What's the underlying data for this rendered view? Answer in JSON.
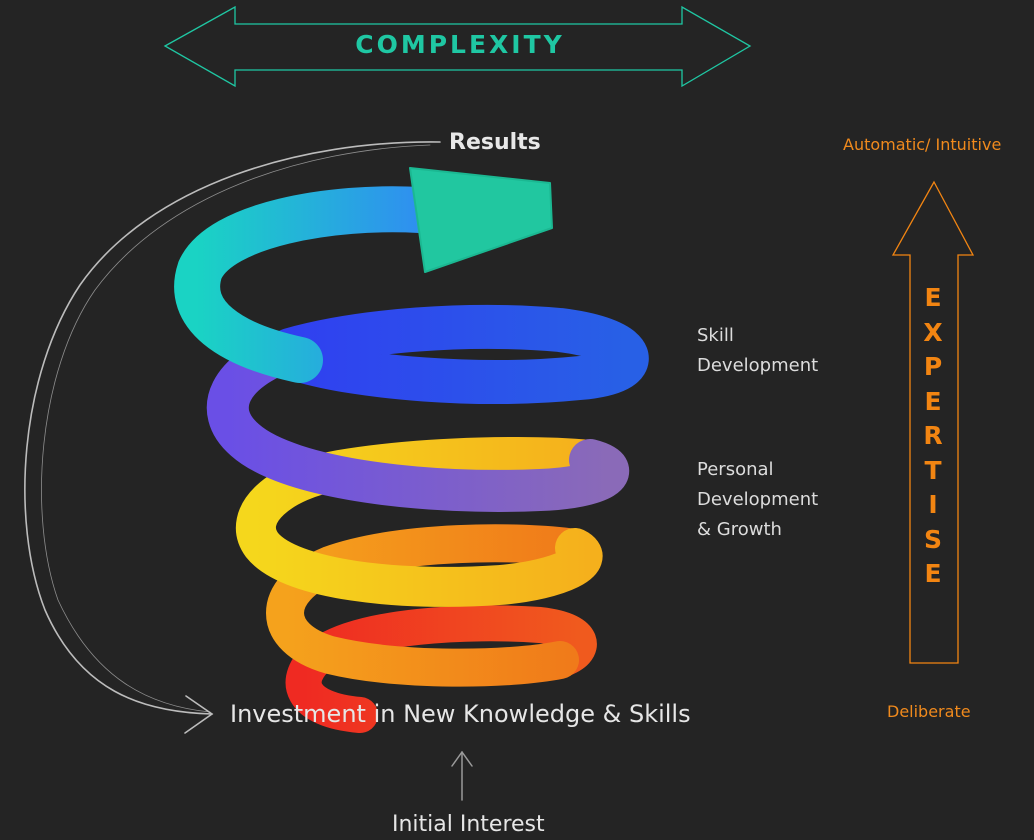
{
  "complexity_label": "COMPLEXITY",
  "results_label": "Results",
  "skill_development": [
    "Skill",
    "Development"
  ],
  "personal_development": [
    "Personal",
    "Development",
    "& Growth"
  ],
  "investment_label": "Investment in New Knowledge & Skills",
  "initial_interest_label": "Initial Interest",
  "top_level_label": "Automatic/ Intuitive",
  "bottom_level_label": "Deliberate",
  "expertise_letters": [
    "E",
    "X",
    "P",
    "E",
    "R",
    "T",
    "I",
    "S",
    "E"
  ],
  "colors": {
    "background": "#242424",
    "complexity_accent": "#1fc7a3",
    "expertise_accent": "#f28512",
    "coil_turn_1": "#1ad3c4",
    "coil_turn_2": "#3a3ff0",
    "coil_turn_3": "#7d4fd2",
    "coil_turn_4": "#f5c71c",
    "coil_turn_5": "#f5901a",
    "coil_turn_6": "#ef2a22"
  },
  "icons": {
    "complexity_arrow": "double-headed-arrow-outline",
    "expertise_arrow": "up-arrow-outline",
    "feedback_arrow": "curved-arrow-hand-drawn",
    "interest_arrow": "small-up-arrow",
    "spiral": "3d-spiral-arrow"
  }
}
